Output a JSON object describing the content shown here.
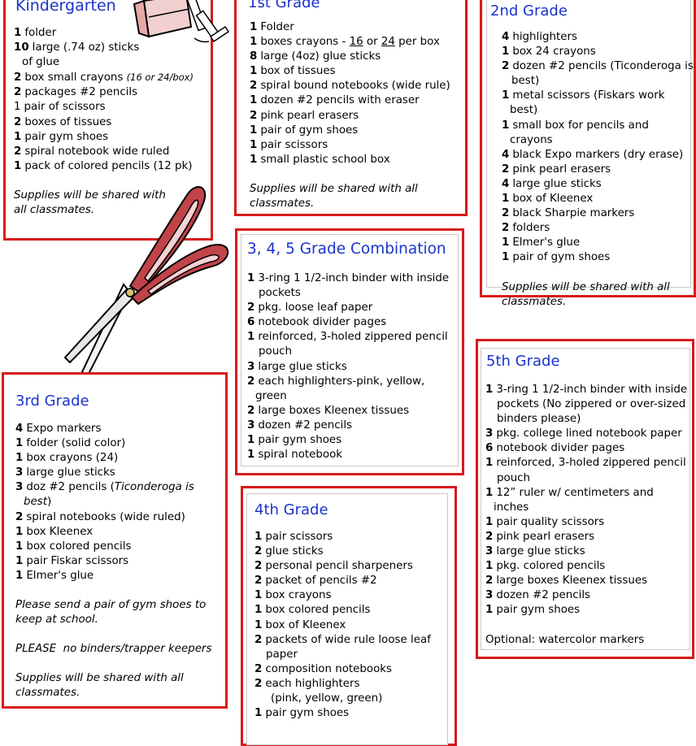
{
  "kindergarten": {
    "title": "Kindergarten",
    "items": [
      {
        "qty": "1",
        "text": "folder"
      },
      {
        "qty": "10",
        "text": "large (.74 oz) sticks of glue"
      },
      {
        "qty": "2",
        "text": "box small crayons",
        "note": "(16 or 24/box)"
      },
      {
        "qty": "2",
        "text": "packages #2 pencils"
      },
      {
        "qty": "1",
        "text": "pair of scissors"
      },
      {
        "qty": "2",
        "text": "boxes of tissues"
      },
      {
        "qty": "1",
        "text": "pair gym shoes"
      },
      {
        "qty": "2",
        "text": "spiral notebook wide ruled"
      },
      {
        "qty": "1",
        "text": "pack of colored pencils (12 pk)"
      }
    ],
    "footer": "Supplies will be shared with all classmates."
  },
  "first_grade": {
    "title": "1st Grade",
    "items": [
      {
        "qty": "1",
        "text": "Folder"
      },
      {
        "qty": "1",
        "text": "boxes crayons - ",
        "u1": "16",
        "mid": " or ",
        "u2": "24",
        "end": " per box"
      },
      {
        "qty": "8",
        "text": "large (4oz) glue sticks"
      },
      {
        "qty": "1",
        "text": "box of tissues"
      },
      {
        "qty": "2",
        "text": "spiral bound notebooks (wide rule)"
      },
      {
        "qty": "1",
        "text": "dozen #2 pencils with eraser"
      },
      {
        "qty": "2",
        "text": "pink pearl erasers"
      },
      {
        "qty": "1",
        "text": "pair of gym shoes"
      },
      {
        "qty": "1",
        "text": "pair scissors"
      },
      {
        "qty": "1",
        "text": "small plastic school box"
      }
    ],
    "footer": "Supplies will be shared with all classmates."
  },
  "second_grade": {
    "title": "2nd Grade",
    "items": [
      {
        "qty": "4",
        "text": "highlighters"
      },
      {
        "qty": "1",
        "text": "box 24 crayons"
      },
      {
        "qty": "2",
        "text": "dozen #2 pencils (Ticonderoga is best)"
      },
      {
        "qty": "1",
        "text": "metal scissors (Fiskars work best)"
      },
      {
        "qty": "1",
        "text": "small box for pencils and crayons"
      },
      {
        "qty": "4",
        "text": "black Expo markers (dry erase)"
      },
      {
        "qty": "2",
        "text": "pink pearl erasers"
      },
      {
        "qty": "4",
        "text": "large glue sticks"
      },
      {
        "qty": "1",
        "text": "box of Kleenex"
      },
      {
        "qty": "2",
        "text": "black Sharpie markers"
      },
      {
        "qty": "2",
        "text": "folders"
      },
      {
        "qty": "1",
        "text": "Elmer's glue"
      },
      {
        "qty": "1",
        "text": "pair of gym shoes"
      }
    ],
    "footer": "Supplies will be shared with all classmates."
  },
  "combo": {
    "title": "3, 4, 5 Grade Combination",
    "items": [
      {
        "qty": "1",
        "text": "3-ring 1 1/2-inch binder with inside pockets"
      },
      {
        "qty": "2",
        "text": "pkg. loose leaf paper"
      },
      {
        "qty": "6",
        "text": "notebook divider pages"
      },
      {
        "qty": "1",
        "text": "reinforced, 3-holed zippered pencil pouch"
      },
      {
        "qty": "3",
        "text": "large glue sticks"
      },
      {
        "qty": "2",
        "text": "each highlighters-pink, yellow, green"
      },
      {
        "qty": "2",
        "text": "large boxes Kleenex tissues"
      },
      {
        "qty": "3",
        "text": "dozen #2 pencils"
      },
      {
        "qty": "1",
        "text": "pair gym shoes"
      },
      {
        "qty": "1",
        "text": "spiral notebook"
      }
    ]
  },
  "third_grade": {
    "title": "3rd Grade",
    "items": [
      {
        "qty": "4",
        "text": "Expo markers"
      },
      {
        "qty": "1",
        "text": "folder (solid color)"
      },
      {
        "qty": "1",
        "text": "box crayons (24)"
      },
      {
        "qty": "3",
        "text": "large glue sticks"
      },
      {
        "qty": "3",
        "text": "doz #2 pencils (",
        "note": "Ticonderoga is best",
        "end": ")"
      },
      {
        "qty": "2",
        "text": "spiral notebooks (wide ruled)"
      },
      {
        "qty": "1",
        "text": "box Kleenex"
      },
      {
        "qty": "1",
        "text": "box colored pencils"
      },
      {
        "qty": "1",
        "text": "pair Fiskar scissors"
      },
      {
        "qty": "1",
        "text": "Elmer's glue"
      }
    ],
    "note1": "Please send a pair of gym shoes to keep at school.",
    "note2": "PLEASE  no binders/trapper keepers",
    "footer": "Supplies will be shared with all classmates."
  },
  "fourth_grade": {
    "title": "4th Grade",
    "items": [
      {
        "qty": "1",
        "text": "pair scissors"
      },
      {
        "qty": "2",
        "text": "glue sticks"
      },
      {
        "qty": "2",
        "text": "personal pencil sharpeners"
      },
      {
        "qty": "2",
        "text": "packet of pencils #2"
      },
      {
        "qty": "1",
        "text": "box crayons"
      },
      {
        "qty": "1",
        "text": "box colored pencils"
      },
      {
        "qty": "1",
        "text": "box of Kleenex"
      },
      {
        "qty": "2",
        "text": "packets of wide rule loose leaf paper"
      },
      {
        "qty": "2",
        "text": "composition notebooks"
      },
      {
        "qty": "2",
        "text": "each highlighters",
        "hang": "(pink, yellow, green)"
      },
      {
        "qty": "1",
        "text": "pair gym shoes"
      }
    ]
  },
  "fifth_grade": {
    "title": "5th Grade",
    "items": [
      {
        "qty": "1",
        "text": "3-ring 1 1/2-inch binder with inside pockets (No zippered or over-sized binders please)"
      },
      {
        "qty": "3",
        "text": "pkg. college lined notebook paper"
      },
      {
        "qty": "6",
        "text": "notebook divider pages"
      },
      {
        "qty": "1",
        "text": "reinforced, 3-holed zippered pencil pouch"
      },
      {
        "qty": "1",
        "text": "12” ruler w/ centimeters and inches"
      },
      {
        "qty": "1",
        "text": "pair quality scissors"
      },
      {
        "qty": "2",
        "text": "pink pearl erasers"
      },
      {
        "qty": "3",
        "text": "large glue sticks"
      },
      {
        "qty": "1",
        "text": "pkg. colored pencils"
      },
      {
        "qty": "2",
        "text": "large boxes Kleenex tissues"
      },
      {
        "qty": "3",
        "text": "dozen #2 pencils"
      },
      {
        "qty": "1",
        "text": "pair gym shoes"
      }
    ],
    "optional": "Optional:  watercolor markers"
  },
  "colors": {
    "border": "#d81a1a",
    "title": "#1a33cc",
    "scissor_handle": "#c2434a"
  },
  "icons": [
    "crayon-box-clipart-icon",
    "scissors-clipart-icon"
  ]
}
